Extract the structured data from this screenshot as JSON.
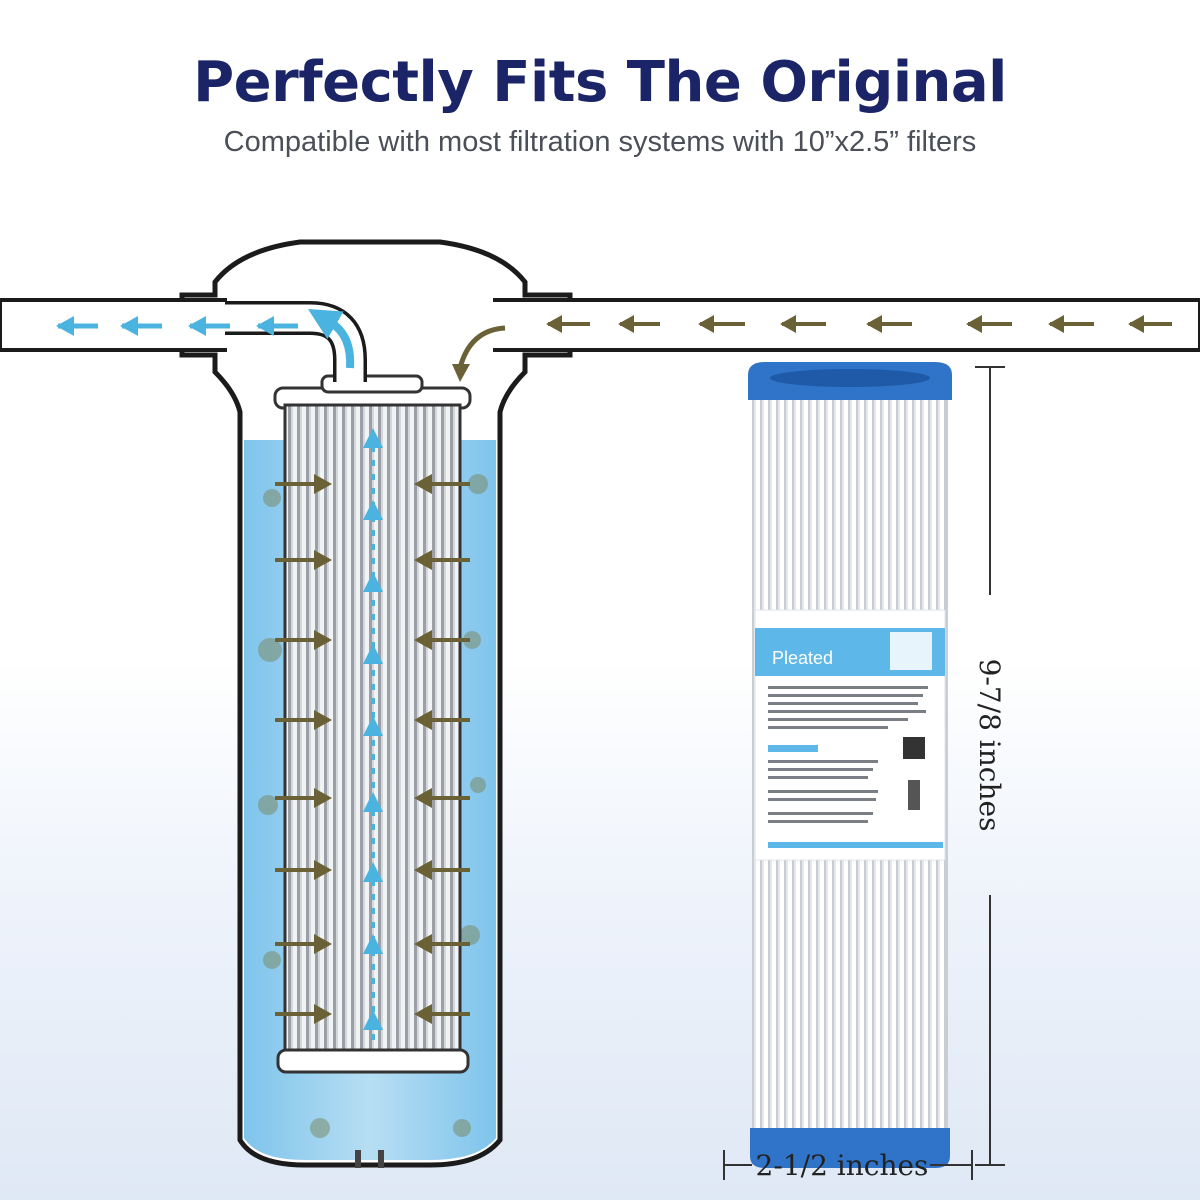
{
  "header": {
    "title": "Perfectly Fits The Original",
    "subtitle": "Compatible with most filtration systems with 10”x2.5” filters"
  },
  "product": {
    "label_title": "Pleated"
  },
  "dimensions": {
    "height_label": "9-7/8 inches",
    "width_label": "2-1/2 inches"
  },
  "colors": {
    "title": "#1a2466",
    "water": "#a9d6f0",
    "cap_blue": "#2f74c8",
    "outflow_arrow": "#4ab3df",
    "inflow_arrow": "#6a6236"
  }
}
